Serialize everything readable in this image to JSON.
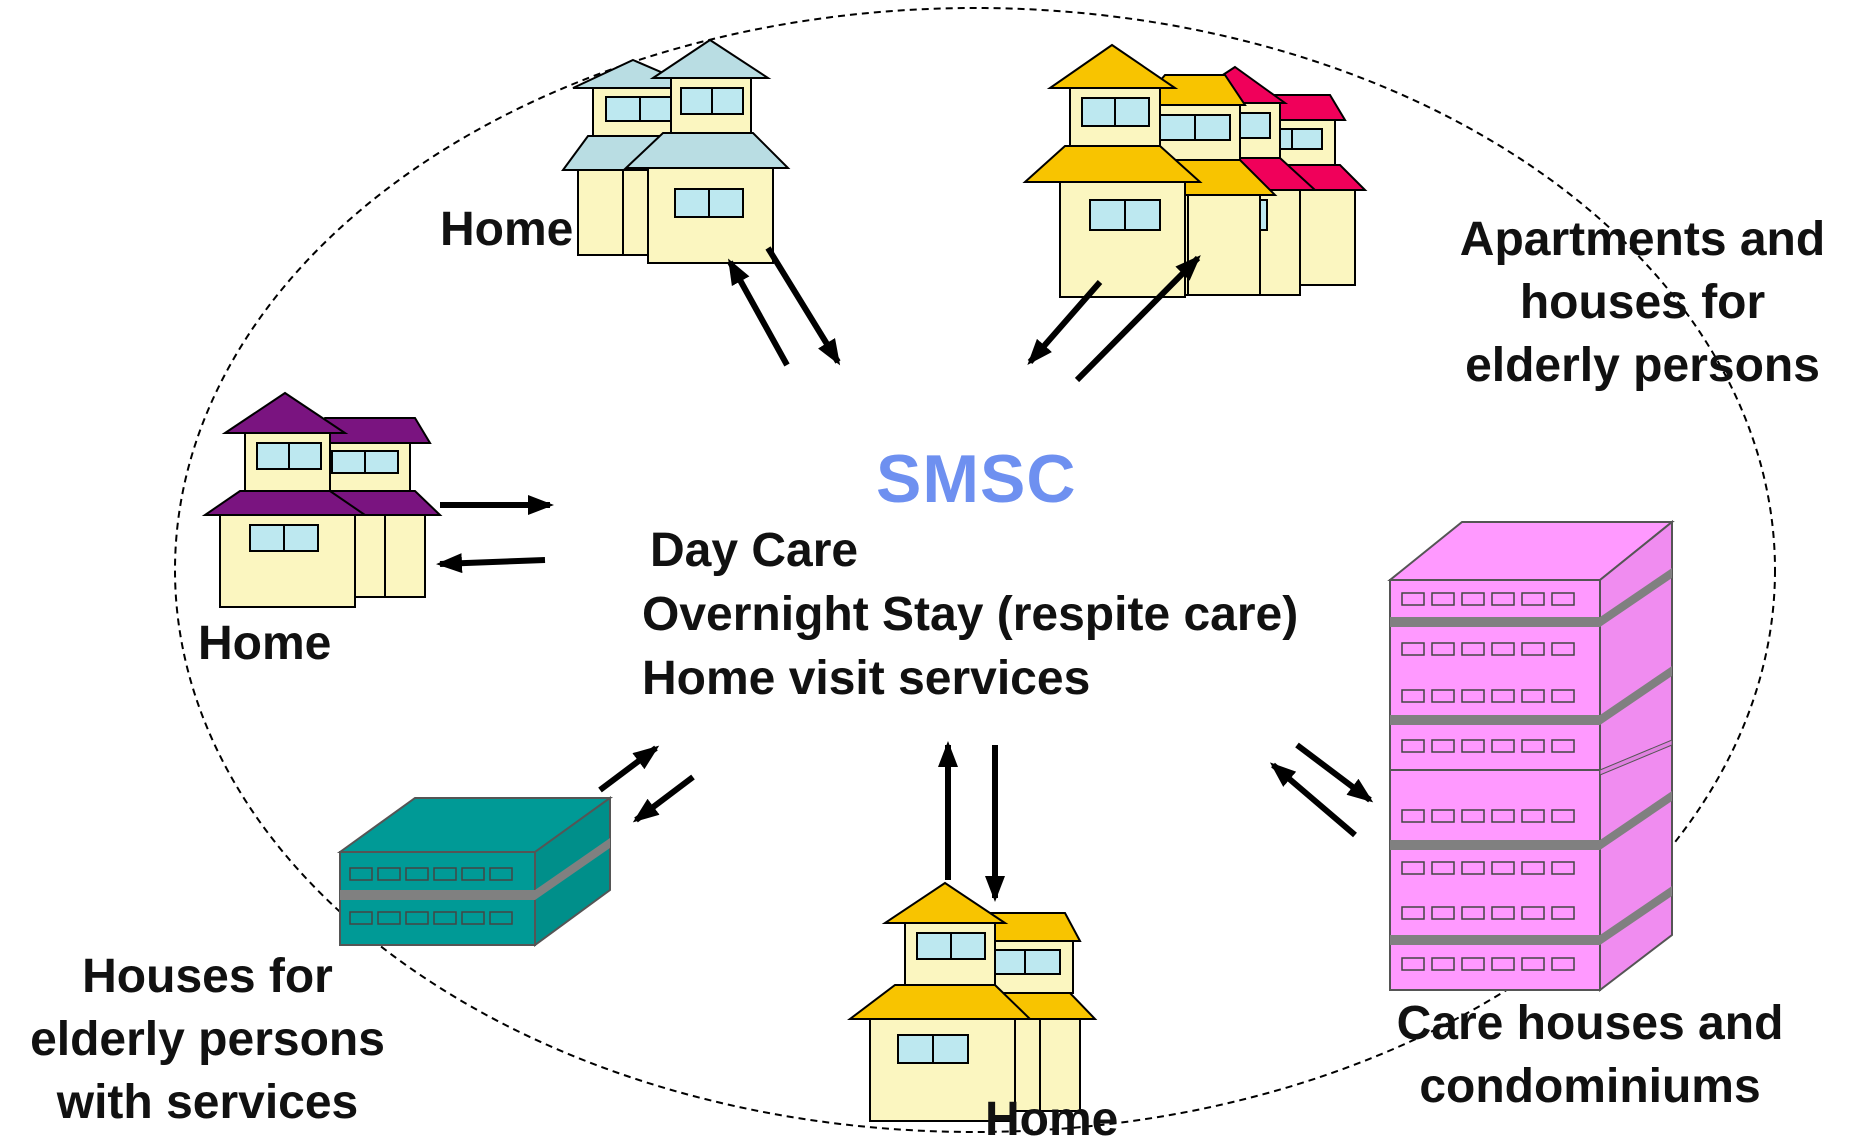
{
  "center": {
    "title": "SMSC",
    "services": [
      "Day Care",
      "Overnight Stay (respite care)",
      "Home visit services"
    ]
  },
  "labels": {
    "home_top": "Home",
    "home_left": "Home",
    "home_bottom": "Home",
    "apartments": [
      "Apartments and",
      "houses for",
      "elderly persons"
    ],
    "houses_services": [
      "Houses for",
      "elderly persons",
      "with services"
    ],
    "care_houses": [
      "Care houses and",
      "condominiums"
    ]
  },
  "colors": {
    "smsc_title": "#6e90f0",
    "roof_lightblue": "#b9dde3",
    "roof_purple": "#7a1480",
    "roof_yellow": "#f8c400",
    "roof_red": "#f0005a",
    "house_wall": "#fbf6c0",
    "window": "#bde8f0",
    "building_teal": "#009a96",
    "building_pink": "#ff99ff",
    "stripe_gray": "#808080"
  }
}
